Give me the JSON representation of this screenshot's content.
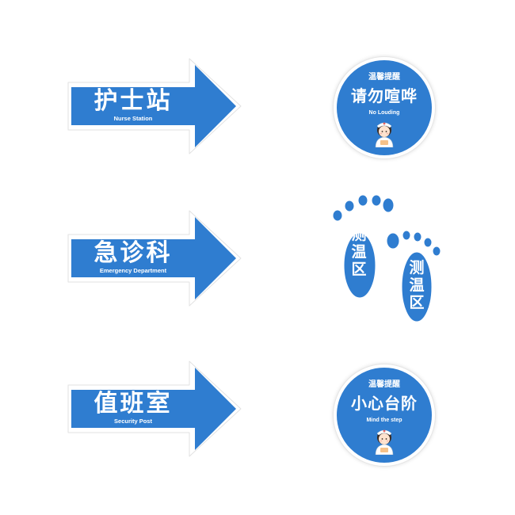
{
  "colors": {
    "brand_blue": "#2f7dd0",
    "white": "#ffffff"
  },
  "arrows": [
    {
      "cn": "护士站",
      "en": "Nurse Station"
    },
    {
      "cn": "急诊科",
      "en": "Emergency Department"
    },
    {
      "cn": "值班室",
      "en": "Security Post"
    }
  ],
  "circles": [
    {
      "tag": "温馨提醒",
      "main": "请勿喧哗",
      "en": "No Louding",
      "icon": "nurse-icon"
    },
    {
      "tag": "温馨提醒",
      "main": "小心台阶",
      "en": "Mind the step",
      "icon": "nurse-icon"
    }
  ],
  "footprints": {
    "left": [
      "测",
      "温",
      "区"
    ],
    "right": [
      "测",
      "温",
      "区"
    ]
  }
}
